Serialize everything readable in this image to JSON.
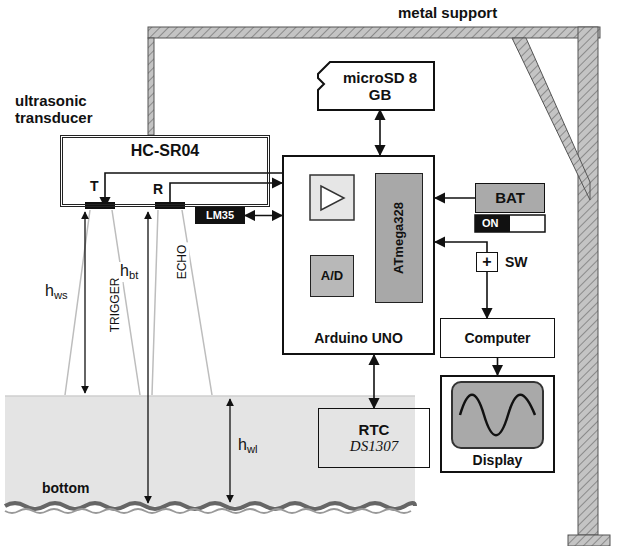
{
  "diagram": {
    "nodes": [
      {
        "text": [
          "ultrasonic transducer",
          "HC-SR04"
        ]
      },
      {
        "text": [
          "microSD 8 GB"
        ]
      },
      {
        "text": [
          "Arduino UNO"
        ]
      },
      {
        "text": [
          "A/D"
        ],
        "in": 2
      },
      {
        "text": [
          "ATmega328"
        ],
        "in": 2
      },
      {
        "text": [
          "LM35"
        ]
      },
      {
        "text": [
          "BAT"
        ]
      },
      {
        "text": [
          "+",
          "SW"
        ]
      },
      {
        "text": [
          "Computer"
        ]
      },
      {
        "text": [
          "Display"
        ]
      },
      {
        "text": [
          "RTC",
          "DS1307"
        ]
      }
    ],
    "edges": [
      {
        "from": 1,
        "to": 2,
        "arrow": "both"
      },
      {
        "from": 2,
        "to": 0,
        "arrow": "to"
      },
      {
        "from": 0,
        "to": 2,
        "arrow": "to"
      },
      {
        "from": 5,
        "to": 2,
        "arrow": "both"
      },
      {
        "from": 6,
        "to": 2,
        "arrow": "to"
      },
      {
        "from": 7,
        "to": 2,
        "arrow": "to"
      },
      {
        "from": 7,
        "to": 8,
        "arrow": "to"
      },
      {
        "from": 8,
        "to": 9,
        "arrow": "to"
      },
      {
        "from": 2,
        "to": 10,
        "arrow": "both"
      }
    ],
    "labels": [
      "metal support",
      "T",
      "R",
      "TRIGGER",
      "ECHO",
      "hws",
      "hbt",
      "hwl",
      "bottom",
      "ON"
    ]
  }
}
